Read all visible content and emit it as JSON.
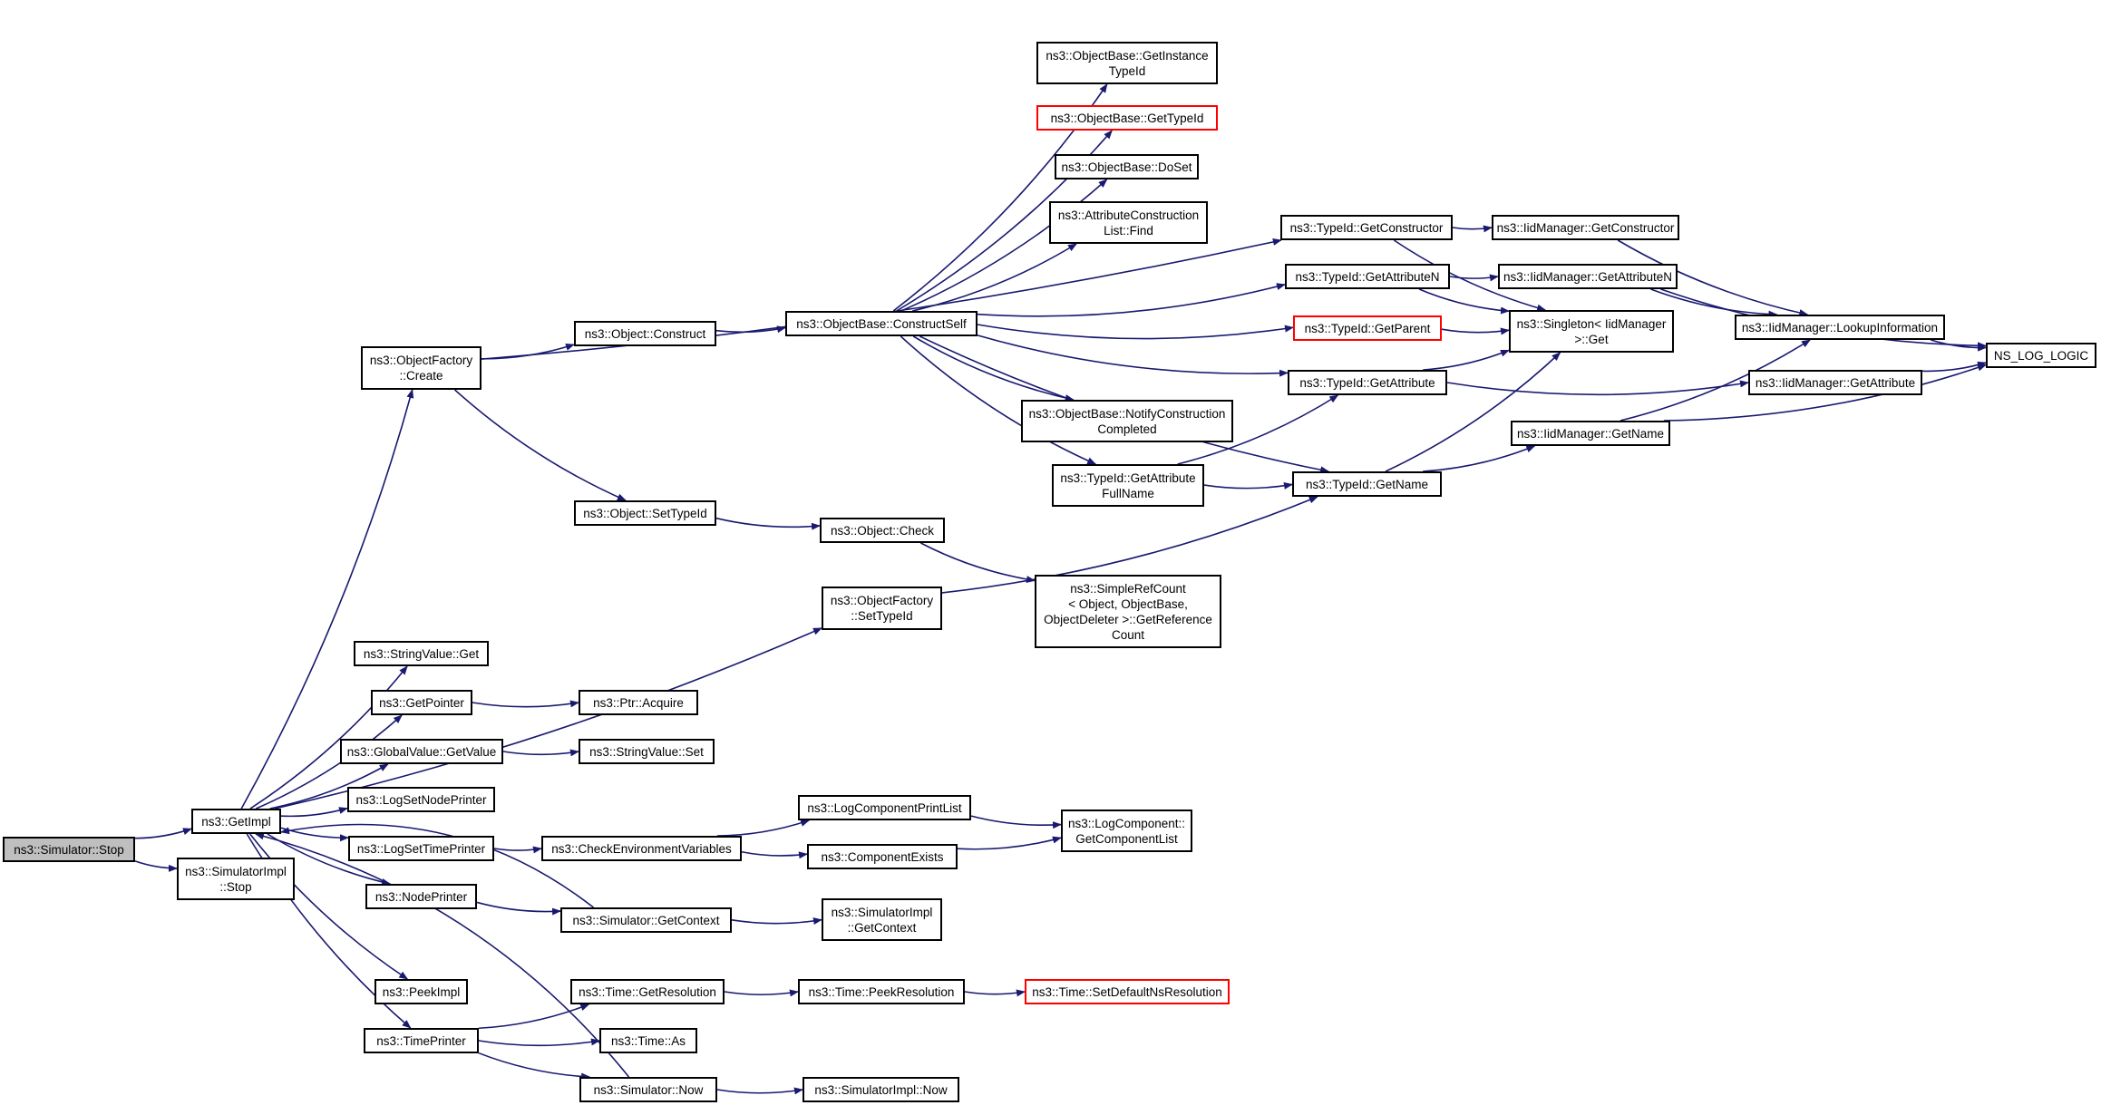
{
  "graph": {
    "nodes": [
      {
        "id": "stop",
        "label": "ns3::Simulator::Stop",
        "root": true
      },
      {
        "id": "getimpl",
        "label": "ns3::GetImpl"
      },
      {
        "id": "simimplstop",
        "label": "ns3::SimulatorImpl\n::Stop"
      },
      {
        "id": "ofcreate",
        "label": "ns3::ObjectFactory\n::Create"
      },
      {
        "id": "construct",
        "label": "ns3::Object::Construct"
      },
      {
        "id": "settypeid",
        "label": "ns3::Object::SetTypeId"
      },
      {
        "id": "constructself",
        "label": "ns3::ObjectBase::ConstructSelf"
      },
      {
        "id": "getinst",
        "label": "ns3::ObjectBase::GetInstance\nTypeId"
      },
      {
        "id": "obgettypeid",
        "label": "ns3::ObjectBase::GetTypeId",
        "red": true
      },
      {
        "id": "doset",
        "label": "ns3::ObjectBase::DoSet"
      },
      {
        "id": "acfind",
        "label": "ns3::AttributeConstruction\nList::Find"
      },
      {
        "id": "notify",
        "label": "ns3::ObjectBase::NotifyConstruction\nCompleted"
      },
      {
        "id": "getattrfull",
        "label": "ns3::TypeId::GetAttribute\nFullName"
      },
      {
        "id": "tgetctor",
        "label": "ns3::TypeId::GetConstructor"
      },
      {
        "id": "tgetattrn",
        "label": "ns3::TypeId::GetAttributeN"
      },
      {
        "id": "tgetparent",
        "label": "ns3::TypeId::GetParent",
        "red": true
      },
      {
        "id": "tgetattr",
        "label": "ns3::TypeId::GetAttribute"
      },
      {
        "id": "tgetname",
        "label": "ns3::TypeId::GetName"
      },
      {
        "id": "iidgetctor",
        "label": "ns3::IidManager::GetConstructor"
      },
      {
        "id": "iidgetattrn",
        "label": "ns3::IidManager::GetAttributeN"
      },
      {
        "id": "singleton",
        "label": "ns3::Singleton< IidManager\n >::Get"
      },
      {
        "id": "iidlookup",
        "label": "ns3::IidManager::LookupInformation"
      },
      {
        "id": "iidgetattr",
        "label": "ns3::IidManager::GetAttribute"
      },
      {
        "id": "iidgetname",
        "label": "ns3::IidManager::GetName"
      },
      {
        "id": "nslog",
        "label": "NS_LOG_LOGIC"
      },
      {
        "id": "objcheck",
        "label": "ns3::Object::Check"
      },
      {
        "id": "simpleref",
        "label": "ns3::SimpleRefCount\n< Object, ObjectBase,\n ObjectDeleter >::GetReference\nCount"
      },
      {
        "id": "ofsettypeid",
        "label": "ns3::ObjectFactory\n::SetTypeId"
      },
      {
        "id": "svget",
        "label": "ns3::StringValue::Get"
      },
      {
        "id": "getpointer",
        "label": "ns3::GetPointer"
      },
      {
        "id": "ptracquire",
        "label": "ns3::Ptr::Acquire"
      },
      {
        "id": "gvgetvalue",
        "label": "ns3::GlobalValue::GetValue"
      },
      {
        "id": "svset",
        "label": "ns3::StringValue::Set"
      },
      {
        "id": "logsetnode",
        "label": "ns3::LogSetNodePrinter"
      },
      {
        "id": "logsettime",
        "label": "ns3::LogSetTimePrinter"
      },
      {
        "id": "checkenv",
        "label": "ns3::CheckEnvironmentVariables"
      },
      {
        "id": "logcompprint",
        "label": "ns3::LogComponentPrintList"
      },
      {
        "id": "compexists",
        "label": "ns3::ComponentExists"
      },
      {
        "id": "logcompget",
        "label": "ns3::LogComponent::\nGetComponentList"
      },
      {
        "id": "nodeprinter",
        "label": "ns3::NodePrinter"
      },
      {
        "id": "simgetctx",
        "label": "ns3::Simulator::GetContext"
      },
      {
        "id": "simimplgetctx",
        "label": "ns3::SimulatorImpl\n::GetContext"
      },
      {
        "id": "peekimpl",
        "label": "ns3::PeekImpl"
      },
      {
        "id": "timegetres",
        "label": "ns3::Time::GetResolution"
      },
      {
        "id": "timepeekres",
        "label": "ns3::Time::PeekResolution"
      },
      {
        "id": "timesetdef",
        "label": "ns3::Time::SetDefaultNsResolution",
        "red": true
      },
      {
        "id": "timeprinter",
        "label": "ns3::TimePrinter"
      },
      {
        "id": "timeas",
        "label": "ns3::Time::As"
      },
      {
        "id": "simnow",
        "label": "ns3::Simulator::Now"
      },
      {
        "id": "simimplnow",
        "label": "ns3::SimulatorImpl::Now"
      }
    ],
    "edges": [
      [
        "stop",
        "getimpl"
      ],
      [
        "stop",
        "simimplstop"
      ],
      [
        "getimpl",
        "ofcreate"
      ],
      [
        "getimpl",
        "ofsettypeid"
      ],
      [
        "getimpl",
        "svget"
      ],
      [
        "getimpl",
        "getpointer"
      ],
      [
        "getimpl",
        "gvgetvalue"
      ],
      [
        "getimpl",
        "logsetnode"
      ],
      [
        "getimpl",
        "logsettime"
      ],
      [
        "getimpl",
        "nodeprinter"
      ],
      [
        "getimpl",
        "peekimpl"
      ],
      [
        "getimpl",
        "timeprinter"
      ],
      [
        "ofcreate",
        "construct"
      ],
      [
        "ofcreate",
        "settypeid"
      ],
      [
        "ofcreate",
        "tgetctor"
      ],
      [
        "construct",
        "constructself"
      ],
      [
        "constructself",
        "getinst"
      ],
      [
        "constructself",
        "obgettypeid"
      ],
      [
        "constructself",
        "doset"
      ],
      [
        "constructself",
        "acfind"
      ],
      [
        "constructself",
        "tgetattrn"
      ],
      [
        "constructself",
        "tgetparent"
      ],
      [
        "constructself",
        "tgetattr"
      ],
      [
        "constructself",
        "notify"
      ],
      [
        "constructself",
        "getattrfull"
      ],
      [
        "constructself",
        "tgetname"
      ],
      [
        "settypeid",
        "objcheck"
      ],
      [
        "objcheck",
        "simpleref"
      ],
      [
        "ofsettypeid",
        "tgetname"
      ],
      [
        "getattrfull",
        "tgetattr"
      ],
      [
        "getattrfull",
        "tgetname"
      ],
      [
        "tgetctor",
        "iidgetctor"
      ],
      [
        "tgetctor",
        "singleton"
      ],
      [
        "tgetattrn",
        "iidgetattrn"
      ],
      [
        "tgetattrn",
        "singleton"
      ],
      [
        "tgetparent",
        "singleton"
      ],
      [
        "tgetattr",
        "singleton"
      ],
      [
        "tgetattr",
        "iidgetattr"
      ],
      [
        "tgetname",
        "singleton"
      ],
      [
        "tgetname",
        "iidgetname"
      ],
      [
        "iidgetctor",
        "iidlookup"
      ],
      [
        "iidgetattrn",
        "iidlookup"
      ],
      [
        "iidgetattrn",
        "nslog"
      ],
      [
        "iidlookup",
        "nslog"
      ],
      [
        "iidgetattr",
        "nslog"
      ],
      [
        "iidgetname",
        "iidlookup"
      ],
      [
        "iidgetname",
        "nslog"
      ],
      [
        "getpointer",
        "ptracquire"
      ],
      [
        "gvgetvalue",
        "svset"
      ],
      [
        "logsettime",
        "checkenv"
      ],
      [
        "checkenv",
        "logcompprint"
      ],
      [
        "checkenv",
        "compexists"
      ],
      [
        "logcompprint",
        "logcompget"
      ],
      [
        "compexists",
        "logcompget"
      ],
      [
        "nodeprinter",
        "simgetctx"
      ],
      [
        "simgetctx",
        "getimpl"
      ],
      [
        "simgetctx",
        "simimplgetctx"
      ],
      [
        "timeprinter",
        "timegetres"
      ],
      [
        "timeprinter",
        "timeas"
      ],
      [
        "timeprinter",
        "simnow"
      ],
      [
        "timegetres",
        "timepeekres"
      ],
      [
        "timepeekres",
        "timesetdef"
      ],
      [
        "simnow",
        "getimpl"
      ],
      [
        "simnow",
        "simimplnow"
      ]
    ],
    "colors": {
      "edge": "#191970",
      "node_border": "#000000",
      "highlight_border": "#ff0000",
      "root_fill": "#bfbfbf"
    }
  }
}
